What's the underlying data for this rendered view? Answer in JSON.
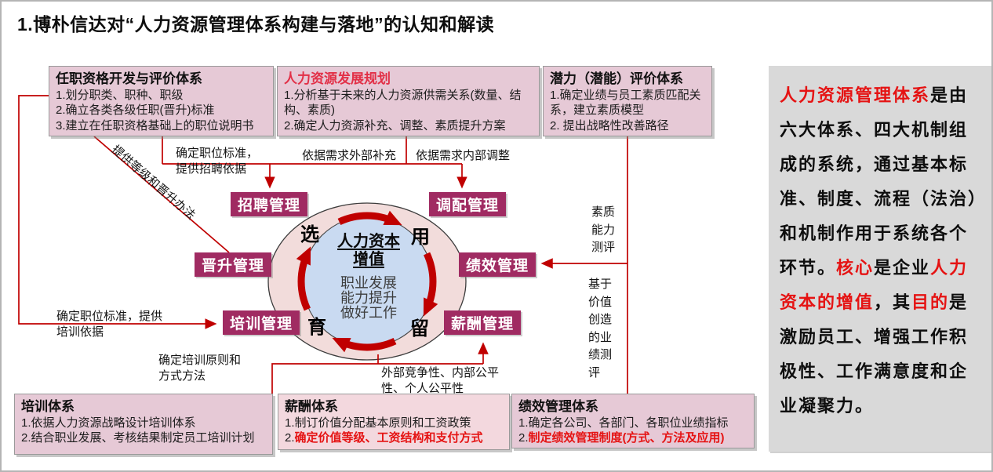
{
  "title": "1.博朴信达对“人力资源管理体系构建与落地”的认知和解读",
  "colors": {
    "connector_red": "#c00000",
    "node_magenta": "#a02b62",
    "box_pink": "#e6c9d6",
    "inner_circle_blue": "#c9daf1",
    "outer_ring_pink": "#f2dcdb",
    "highlight_red": "#e51313",
    "sidebar_gray": "#d9d9d9"
  },
  "top_boxes": [
    {
      "title": "任职资格开发与评价体系",
      "items": [
        [
          {
            "t": "1.划分职类、职种、职级"
          }
        ],
        [
          {
            "t": "2.确立各类各级任职(晋升)标准"
          }
        ],
        [
          {
            "t": "3.建立在任职资格基础上的职位说明书"
          }
        ]
      ]
    },
    {
      "title": "人力资源发展规划",
      "items": [
        [
          {
            "t": "1.分析基于未来的人力资源供需关系(数量、结构、素质)"
          }
        ],
        [
          {
            "t": "2.确定人力资源补充、调整、素质提升方案"
          }
        ]
      ]
    },
    {
      "title": "潜力（潜能）评价体系",
      "items": [
        [
          {
            "t": "1.确定业绩与员工素质匹配关系，建立素质模型"
          }
        ],
        [
          {
            "t": "2. 提出战略性改善路径"
          }
        ]
      ]
    }
  ],
  "bottom_boxes": [
    {
      "title": "培训体系",
      "items": [
        [
          {
            "t": "1.依据人力资源战略设计培训体系"
          }
        ],
        [
          {
            "t": "2.结合职业发展、考核结果制定员工培训计划"
          }
        ]
      ]
    },
    {
      "title": "薪酬体系",
      "items": [
        [
          {
            "t": "1.制订价值分配基本原则和工资政策"
          }
        ],
        [
          {
            "t": "2."
          },
          {
            "t": "确定价值等级、工资结构和支付方式",
            "red": true
          }
        ]
      ]
    },
    {
      "title": "绩效管理体系",
      "items": [
        [
          {
            "t": "1.确定各公司、各部门、各职位业绩指标"
          }
        ],
        [
          {
            "t": "2."
          },
          {
            "t": "制定绩效管理制度(方式、方法及应用)",
            "red": true
          }
        ]
      ]
    }
  ],
  "cycle": {
    "nodes": [
      "招聘管理",
      "调配管理",
      "晋升管理",
      "绩效管理",
      "培训管理",
      "薪酬管理"
    ],
    "ring_labels": [
      "选",
      "用",
      "育",
      "留"
    ],
    "center_title_1": "人力资本",
    "center_title_2": "增值",
    "center_lines": [
      "职业发展",
      "能力提升",
      "做好工作"
    ]
  },
  "connector_labels": {
    "job_standard_recruit": "确定职位标准，\n提供招聘依据",
    "external_supplement": "依据需求外部补充",
    "internal_adjust": "依据需求内部调整",
    "grade_promotion": "提供等级和晋升办法",
    "job_standard_training": "确定职位标准，提供\n培训依据",
    "training_principle": "确定培训原则和\n方式方法",
    "quality_assessment": "素质能力测评",
    "value_performance": "基于价值创造的业绩测评",
    "fairness": "外部竞争性、内部公平性、个人公平性"
  },
  "sidebar": {
    "segments": [
      {
        "t": "人力资源管理体系",
        "red": true
      },
      {
        "t": "是由六大体系、四大机制组成的系统，通过基本标准、制度、流程（法治）和机制作用于系统各个环节。"
      },
      {
        "t": "核心",
        "red": true
      },
      {
        "t": "是企业"
      },
      {
        "t": "人力资本的增值",
        "red": true
      },
      {
        "t": "，其"
      },
      {
        "t": "目的",
        "red": true
      },
      {
        "t": "是激励员工、增强工作积极性、工作满意度和企业凝聚力。"
      }
    ]
  }
}
